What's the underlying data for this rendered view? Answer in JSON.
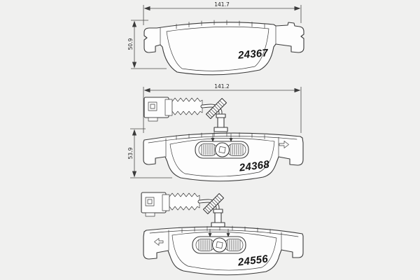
{
  "page": {
    "background_color": "#f0f0ef",
    "line_color": "#3b3b3b"
  },
  "diagrams": [
    {
      "name": "brake-pad-front-view",
      "part_number": "24367",
      "width_dimension": "141.7",
      "height_dimension": "50.9"
    },
    {
      "name": "brake-pad-rear-with-wear-sensor",
      "part_number": "24368",
      "width_dimension": "141.2",
      "height_dimension": "53.9",
      "icons": [
        "direction-arrow-right-icon"
      ]
    },
    {
      "name": "brake-pad-rear-with-wear-sensor-mirrored",
      "part_number": "24556",
      "icons": [
        "direction-arrow-left-icon"
      ]
    }
  ]
}
